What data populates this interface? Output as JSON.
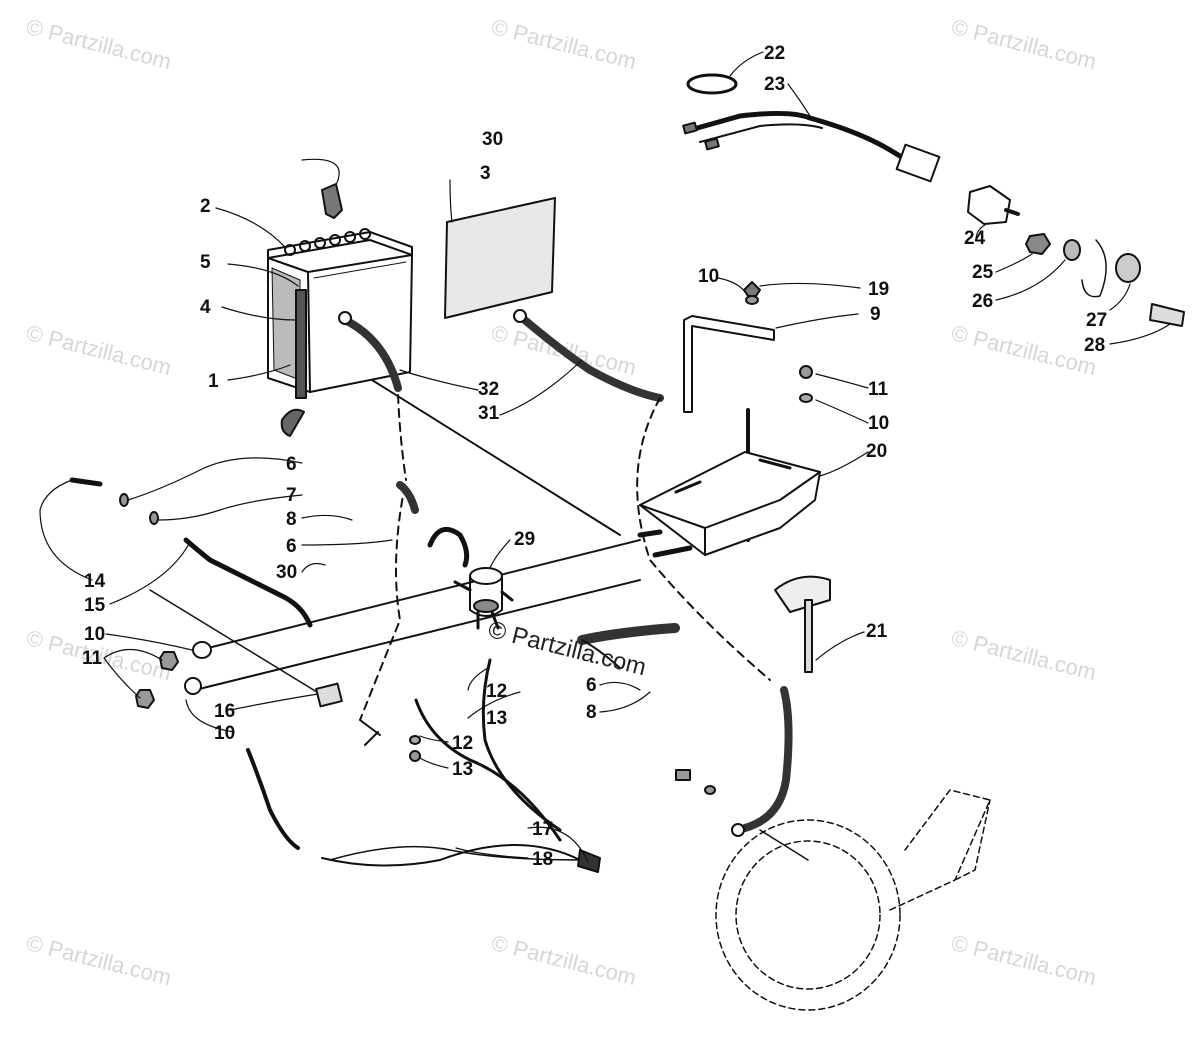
{
  "watermark": {
    "text": "© Partzilla.com"
  },
  "callouts": [
    {
      "id": "c30a",
      "label": "30"
    },
    {
      "id": "c3",
      "label": "3"
    },
    {
      "id": "c2",
      "label": "2"
    },
    {
      "id": "c5",
      "label": "5"
    },
    {
      "id": "c4",
      "label": "4"
    },
    {
      "id": "c1",
      "label": "1"
    },
    {
      "id": "c32",
      "label": "32"
    },
    {
      "id": "c31",
      "label": "31"
    },
    {
      "id": "c22",
      "label": "22"
    },
    {
      "id": "c23",
      "label": "23"
    },
    {
      "id": "c24",
      "label": "24"
    },
    {
      "id": "c25",
      "label": "25"
    },
    {
      "id": "c26",
      "label": "26"
    },
    {
      "id": "c27",
      "label": "27"
    },
    {
      "id": "c28",
      "label": "28"
    },
    {
      "id": "c10a",
      "label": "10"
    },
    {
      "id": "c19",
      "label": "19"
    },
    {
      "id": "c9",
      "label": "9"
    },
    {
      "id": "c11a",
      "label": "11"
    },
    {
      "id": "c10b",
      "label": "10"
    },
    {
      "id": "c20",
      "label": "20"
    },
    {
      "id": "c6a",
      "label": "6"
    },
    {
      "id": "c7",
      "label": "7"
    },
    {
      "id": "c8a",
      "label": "8"
    },
    {
      "id": "c6b",
      "label": "6"
    },
    {
      "id": "c30b",
      "label": "30"
    },
    {
      "id": "c29",
      "label": "29"
    },
    {
      "id": "c14",
      "label": "14"
    },
    {
      "id": "c15",
      "label": "15"
    },
    {
      "id": "c10c",
      "label": "10"
    },
    {
      "id": "c11b",
      "label": "11"
    },
    {
      "id": "c16",
      "label": "16"
    },
    {
      "id": "c10d",
      "label": "10"
    },
    {
      "id": "c21",
      "label": "21"
    },
    {
      "id": "c12a",
      "label": "12"
    },
    {
      "id": "c13a",
      "label": "13"
    },
    {
      "id": "c6c",
      "label": "6"
    },
    {
      "id": "c8b",
      "label": "8"
    },
    {
      "id": "c12b",
      "label": "12"
    },
    {
      "id": "c13b",
      "label": "13"
    },
    {
      "id": "c17",
      "label": "17"
    },
    {
      "id": "c18",
      "label": "18"
    }
  ]
}
